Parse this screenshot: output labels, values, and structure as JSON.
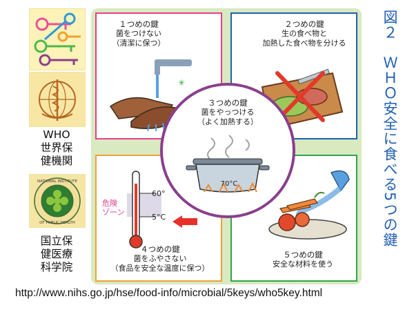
{
  "figure_title": "図２　ＷＨＯ安全に食べる5つの鍵",
  "left": {
    "who_label": "WHO\n世界保\n健機関",
    "nihs_label": "国立保\n健医療\n科学院"
  },
  "keys": [
    {
      "title": "１つめの鍵",
      "line1": "菌をつけない",
      "line2": "（清潔に保つ）"
    },
    {
      "title": "２つめの鍵",
      "line1": "生の食べ物と",
      "line2": "加熱した食べ物を分ける"
    },
    {
      "title": "３つめの鍵",
      "line1": "菌をやっつける",
      "line2": "（よく加熱する）"
    },
    {
      "title": "４つめの鍵",
      "line1": "菌をふやさない",
      "line2": "（食品を安全な温度に保つ）"
    },
    {
      "title": "５つめの鍵",
      "line1": "安全な材料を使う",
      "line2": ""
    }
  ],
  "pot_temp": "70°C",
  "thermo": {
    "upper": "60°",
    "lower": "5°C",
    "danger": "危険\nゾーン"
  },
  "url": "http://www.nihs.go.jp/hse/food-info/microbial/5keys/who5key.html",
  "colors": {
    "key1": "#e83e8c",
    "key2": "#1e5fb4",
    "key3": "#8a3f8d",
    "key4": "#f0a03c",
    "key5": "#2da54a",
    "title": "#1e5fb4"
  }
}
